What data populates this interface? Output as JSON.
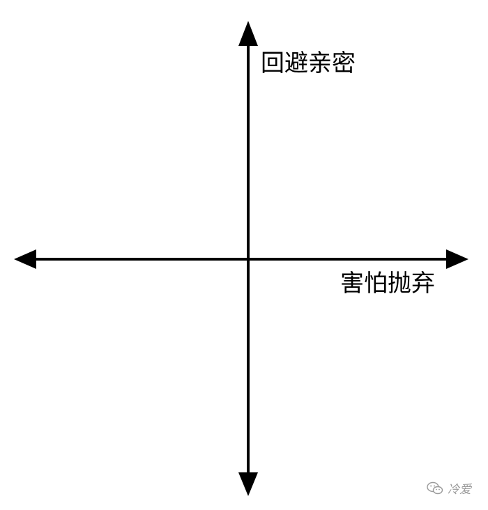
{
  "diagram": {
    "vertical_axis_label": "回避亲密",
    "horizontal_axis_label": "害怕抛弃",
    "axis_color": "#000000",
    "background": "#ffffff"
  },
  "watermark": {
    "text": "冷爱",
    "icon": "wechat-icon",
    "color": "#9a9a9a"
  }
}
